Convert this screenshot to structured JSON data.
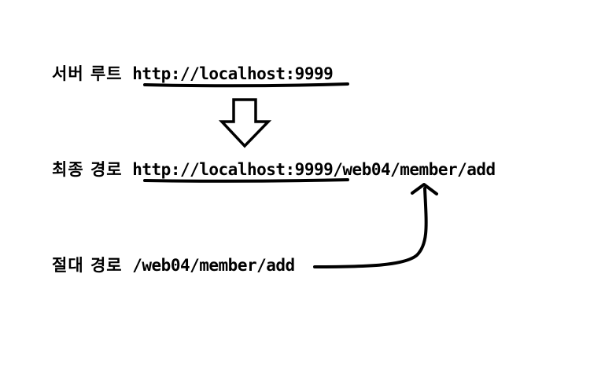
{
  "rows": {
    "server_root": {
      "label": "서버 루트",
      "url": "http://localhost:9999"
    },
    "final_path": {
      "label": "최종 경로",
      "base": "http://localhost:9999",
      "path": "/web04/member/add"
    },
    "absolute_path": {
      "label": "절대 경로",
      "path": "/web04/member/add"
    }
  },
  "colors": {
    "ink": "#000000",
    "background": "#ffffff"
  },
  "icons": [
    "down-arrow-icon",
    "curved-arrow-icon"
  ]
}
